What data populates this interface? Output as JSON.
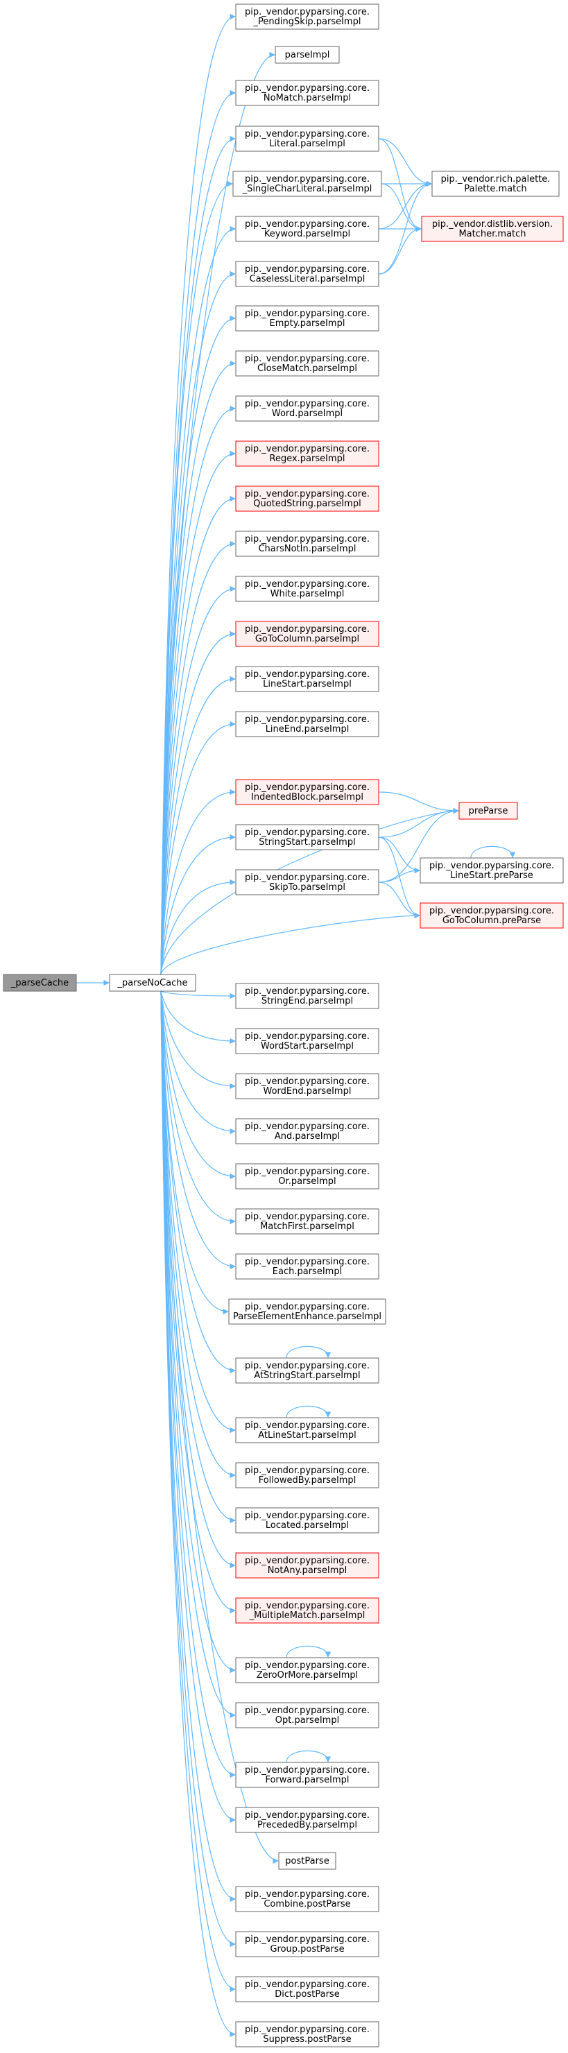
{
  "diagram": {
    "type": "call-graph",
    "colors": {
      "edge": "#63b8ff",
      "node_border": "#666666",
      "node_fill": "#ffffff",
      "highlight_border": "#ff0000",
      "highlight_fill": "#fff0f0",
      "root_fill": "#999999"
    },
    "nodes": [
      {
        "id": "parseCache",
        "lines": [
          "_parseCache"
        ],
        "style": "gray"
      },
      {
        "id": "parseNoCache",
        "lines": [
          "_parseNoCache"
        ],
        "style": "normal"
      },
      {
        "id": "PendingSkip",
        "lines": [
          "pip._vendor.pyparsing.core.",
          "_PendingSkip.parseImpl"
        ],
        "style": "normal"
      },
      {
        "id": "parseImpl",
        "lines": [
          "parseImpl"
        ],
        "style": "normal"
      },
      {
        "id": "NoMatch",
        "lines": [
          "pip._vendor.pyparsing.core.",
          "NoMatch.parseImpl"
        ],
        "style": "normal"
      },
      {
        "id": "Literal",
        "lines": [
          "pip._vendor.pyparsing.core.",
          "Literal.parseImpl"
        ],
        "style": "normal"
      },
      {
        "id": "SingleCharLiteral",
        "lines": [
          "pip._vendor.pyparsing.core.",
          "_SingleCharLiteral.parseImpl"
        ],
        "style": "normal"
      },
      {
        "id": "Keyword",
        "lines": [
          "pip._vendor.pyparsing.core.",
          "Keyword.parseImpl"
        ],
        "style": "normal"
      },
      {
        "id": "CaselessLiteral",
        "lines": [
          "pip._vendor.pyparsing.core.",
          "CaselessLiteral.parseImpl"
        ],
        "style": "normal"
      },
      {
        "id": "PaletteMatch",
        "lines": [
          "pip._vendor.rich.palette.",
          "Palette.match"
        ],
        "style": "normal"
      },
      {
        "id": "MatcherMatch",
        "lines": [
          "pip._vendor.distlib.version.",
          "Matcher.match"
        ],
        "style": "red"
      },
      {
        "id": "Empty",
        "lines": [
          "pip._vendor.pyparsing.core.",
          "Empty.parseImpl"
        ],
        "style": "normal"
      },
      {
        "id": "CloseMatch",
        "lines": [
          "pip._vendor.pyparsing.core.",
          "CloseMatch.parseImpl"
        ],
        "style": "normal"
      },
      {
        "id": "Word",
        "lines": [
          "pip._vendor.pyparsing.core.",
          "Word.parseImpl"
        ],
        "style": "normal"
      },
      {
        "id": "Regex",
        "lines": [
          "pip._vendor.pyparsing.core.",
          "Regex.parseImpl"
        ],
        "style": "red"
      },
      {
        "id": "QuotedString",
        "lines": [
          "pip._vendor.pyparsing.core.",
          "QuotedString.parseImpl"
        ],
        "style": "red"
      },
      {
        "id": "CharsNotIn",
        "lines": [
          "pip._vendor.pyparsing.core.",
          "CharsNotIn.parseImpl"
        ],
        "style": "normal"
      },
      {
        "id": "White",
        "lines": [
          "pip._vendor.pyparsing.core.",
          "White.parseImpl"
        ],
        "style": "normal"
      },
      {
        "id": "GoToColumnImpl",
        "lines": [
          "pip._vendor.pyparsing.core.",
          "GoToColumn.parseImpl"
        ],
        "style": "red"
      },
      {
        "id": "LineStartImpl",
        "lines": [
          "pip._vendor.pyparsing.core.",
          "LineStart.parseImpl"
        ],
        "style": "normal"
      },
      {
        "id": "LineEnd",
        "lines": [
          "pip._vendor.pyparsing.core.",
          "LineEnd.parseImpl"
        ],
        "style": "normal"
      },
      {
        "id": "IndentedBlock",
        "lines": [
          "pip._vendor.pyparsing.core.",
          "IndentedBlock.parseImpl"
        ],
        "style": "red"
      },
      {
        "id": "StringStart",
        "lines": [
          "pip._vendor.pyparsing.core.",
          "StringStart.parseImpl"
        ],
        "style": "normal"
      },
      {
        "id": "SkipTo",
        "lines": [
          "pip._vendor.pyparsing.core.",
          "SkipTo.parseImpl"
        ],
        "style": "normal"
      },
      {
        "id": "preParse",
        "lines": [
          "preParse"
        ],
        "style": "red"
      },
      {
        "id": "LineStartPre",
        "lines": [
          "pip._vendor.pyparsing.core.",
          "LineStart.preParse"
        ],
        "style": "normal"
      },
      {
        "id": "GoToColumnPre",
        "lines": [
          "pip._vendor.pyparsing.core.",
          "GoToColumn.preParse"
        ],
        "style": "red"
      },
      {
        "id": "StringEnd",
        "lines": [
          "pip._vendor.pyparsing.core.",
          "StringEnd.parseImpl"
        ],
        "style": "normal"
      },
      {
        "id": "WordStart",
        "lines": [
          "pip._vendor.pyparsing.core.",
          "WordStart.parseImpl"
        ],
        "style": "normal"
      },
      {
        "id": "WordEnd",
        "lines": [
          "pip._vendor.pyparsing.core.",
          "WordEnd.parseImpl"
        ],
        "style": "normal"
      },
      {
        "id": "And",
        "lines": [
          "pip._vendor.pyparsing.core.",
          "And.parseImpl"
        ],
        "style": "normal"
      },
      {
        "id": "Or",
        "lines": [
          "pip._vendor.pyparsing.core.",
          "Or.parseImpl"
        ],
        "style": "normal"
      },
      {
        "id": "MatchFirst",
        "lines": [
          "pip._vendor.pyparsing.core.",
          "MatchFirst.parseImpl"
        ],
        "style": "normal"
      },
      {
        "id": "Each",
        "lines": [
          "pip._vendor.pyparsing.core.",
          "Each.parseImpl"
        ],
        "style": "normal"
      },
      {
        "id": "ParseElementEnhance",
        "lines": [
          "pip._vendor.pyparsing.core.",
          "ParseElementEnhance.parseImpl"
        ],
        "style": "normal"
      },
      {
        "id": "AtStringStart",
        "lines": [
          "pip._vendor.pyparsing.core.",
          "AtStringStart.parseImpl"
        ],
        "style": "normal"
      },
      {
        "id": "AtLineStart",
        "lines": [
          "pip._vendor.pyparsing.core.",
          "AtLineStart.parseImpl"
        ],
        "style": "normal"
      },
      {
        "id": "FollowedBy",
        "lines": [
          "pip._vendor.pyparsing.core.",
          "FollowedBy.parseImpl"
        ],
        "style": "normal"
      },
      {
        "id": "Located",
        "lines": [
          "pip._vendor.pyparsing.core.",
          "Located.parseImpl"
        ],
        "style": "normal"
      },
      {
        "id": "NotAny",
        "lines": [
          "pip._vendor.pyparsing.core.",
          "NotAny.parseImpl"
        ],
        "style": "red"
      },
      {
        "id": "MultipleMatch",
        "lines": [
          "pip._vendor.pyparsing.core.",
          "_MultipleMatch.parseImpl"
        ],
        "style": "red"
      },
      {
        "id": "ZeroOrMore",
        "lines": [
          "pip._vendor.pyparsing.core.",
          "ZeroOrMore.parseImpl"
        ],
        "style": "normal"
      },
      {
        "id": "Opt",
        "lines": [
          "pip._vendor.pyparsing.core.",
          "Opt.parseImpl"
        ],
        "style": "normal"
      },
      {
        "id": "Forward",
        "lines": [
          "pip._vendor.pyparsing.core.",
          "Forward.parseImpl"
        ],
        "style": "normal"
      },
      {
        "id": "PrecededBy",
        "lines": [
          "pip._vendor.pyparsing.core.",
          "PrecededBy.parseImpl"
        ],
        "style": "normal"
      },
      {
        "id": "postParse",
        "lines": [
          "postParse"
        ],
        "style": "normal"
      },
      {
        "id": "Combine",
        "lines": [
          "pip._vendor.pyparsing.core.",
          "Combine.postParse"
        ],
        "style": "normal"
      },
      {
        "id": "Group",
        "lines": [
          "pip._vendor.pyparsing.core.",
          "Group.postParse"
        ],
        "style": "normal"
      },
      {
        "id": "Dict",
        "lines": [
          "pip._vendor.pyparsing.core.",
          "Dict.postParse"
        ],
        "style": "normal"
      },
      {
        "id": "Suppress",
        "lines": [
          "pip._vendor.pyparsing.core.",
          "Suppress.postParse"
        ],
        "style": "normal"
      }
    ],
    "edges": [
      [
        "parseCache",
        "parseNoCache"
      ],
      [
        "parseNoCache",
        "PendingSkip"
      ],
      [
        "parseNoCache",
        "parseImpl"
      ],
      [
        "parseNoCache",
        "NoMatch"
      ],
      [
        "parseNoCache",
        "Literal"
      ],
      [
        "parseNoCache",
        "SingleCharLiteral"
      ],
      [
        "parseNoCache",
        "Keyword"
      ],
      [
        "parseNoCache",
        "CaselessLiteral"
      ],
      [
        "parseNoCache",
        "Empty"
      ],
      [
        "parseNoCache",
        "CloseMatch"
      ],
      [
        "parseNoCache",
        "Word"
      ],
      [
        "parseNoCache",
        "Regex"
      ],
      [
        "parseNoCache",
        "QuotedString"
      ],
      [
        "parseNoCache",
        "CharsNotIn"
      ],
      [
        "parseNoCache",
        "White"
      ],
      [
        "parseNoCache",
        "GoToColumnImpl"
      ],
      [
        "parseNoCache",
        "LineStartImpl"
      ],
      [
        "parseNoCache",
        "LineEnd"
      ],
      [
        "parseNoCache",
        "preParse"
      ],
      [
        "parseNoCache",
        "IndentedBlock"
      ],
      [
        "parseNoCache",
        "StringStart"
      ],
      [
        "parseNoCache",
        "SkipTo"
      ],
      [
        "parseNoCache",
        "GoToColumnPre"
      ],
      [
        "parseNoCache",
        "StringEnd"
      ],
      [
        "parseNoCache",
        "WordStart"
      ],
      [
        "parseNoCache",
        "WordEnd"
      ],
      [
        "parseNoCache",
        "And"
      ],
      [
        "parseNoCache",
        "Or"
      ],
      [
        "parseNoCache",
        "MatchFirst"
      ],
      [
        "parseNoCache",
        "Each"
      ],
      [
        "parseNoCache",
        "ParseElementEnhance"
      ],
      [
        "parseNoCache",
        "AtStringStart"
      ],
      [
        "parseNoCache",
        "AtLineStart"
      ],
      [
        "parseNoCache",
        "FollowedBy"
      ],
      [
        "parseNoCache",
        "Located"
      ],
      [
        "parseNoCache",
        "NotAny"
      ],
      [
        "parseNoCache",
        "MultipleMatch"
      ],
      [
        "parseNoCache",
        "ZeroOrMore"
      ],
      [
        "parseNoCache",
        "Opt"
      ],
      [
        "parseNoCache",
        "Forward"
      ],
      [
        "parseNoCache",
        "PrecededBy"
      ],
      [
        "parseNoCache",
        "postParse"
      ],
      [
        "parseNoCache",
        "Combine"
      ],
      [
        "parseNoCache",
        "Group"
      ],
      [
        "parseNoCache",
        "Dict"
      ],
      [
        "parseNoCache",
        "Suppress"
      ],
      [
        "Literal",
        "PaletteMatch"
      ],
      [
        "Literal",
        "MatcherMatch"
      ],
      [
        "SingleCharLiteral",
        "PaletteMatch"
      ],
      [
        "SingleCharLiteral",
        "MatcherMatch"
      ],
      [
        "Keyword",
        "PaletteMatch"
      ],
      [
        "Keyword",
        "MatcherMatch"
      ],
      [
        "CaselessLiteral",
        "PaletteMatch"
      ],
      [
        "CaselessLiteral",
        "MatcherMatch"
      ],
      [
        "IndentedBlock",
        "preParse"
      ],
      [
        "StringStart",
        "preParse"
      ],
      [
        "StringStart",
        "LineStartPre"
      ],
      [
        "StringStart",
        "GoToColumnPre"
      ],
      [
        "SkipTo",
        "preParse"
      ],
      [
        "SkipTo",
        "LineStartPre"
      ],
      [
        "SkipTo",
        "GoToColumnPre"
      ],
      [
        "LineStartPre",
        "LineStartPre"
      ],
      [
        "AtStringStart",
        "AtStringStart"
      ],
      [
        "AtLineStart",
        "AtLineStart"
      ],
      [
        "ZeroOrMore",
        "ZeroOrMore"
      ],
      [
        "Forward",
        "Forward"
      ]
    ]
  }
}
